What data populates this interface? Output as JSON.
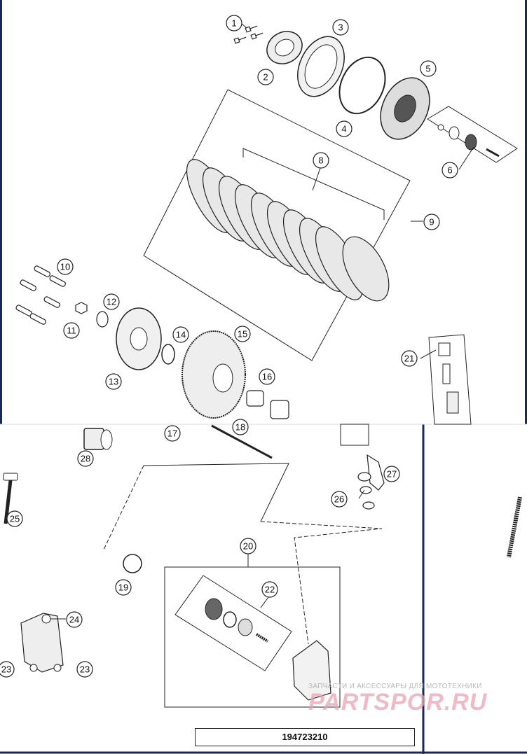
{
  "callouts": [
    {
      "n": "1"
    },
    {
      "n": "2"
    },
    {
      "n": "3"
    },
    {
      "n": "4"
    },
    {
      "n": "5"
    },
    {
      "n": "6"
    },
    {
      "n": "8"
    },
    {
      "n": "9"
    },
    {
      "n": "10"
    },
    {
      "n": "11"
    },
    {
      "n": "12"
    },
    {
      "n": "13"
    },
    {
      "n": "14"
    },
    {
      "n": "15"
    },
    {
      "n": "16"
    },
    {
      "n": "17"
    },
    {
      "n": "18"
    },
    {
      "n": "19"
    },
    {
      "n": "20"
    },
    {
      "n": "21"
    },
    {
      "n": "22"
    },
    {
      "n": "23"
    },
    {
      "n": "23"
    },
    {
      "n": "24"
    },
    {
      "n": "25"
    },
    {
      "n": "26"
    },
    {
      "n": "27"
    },
    {
      "n": "28"
    }
  ],
  "part_number": "194723210",
  "watermark": {
    "caption": "ЗАПЧАСТИ И АКСЕССУАРЫ ДЛЯ МОТОТЕХНИКИ",
    "brand": "PARTSPOR.RU"
  },
  "colors": {
    "frame": "#1b2a55",
    "ink": "#1a1a1a",
    "watermark": "#e8a4b2"
  }
}
